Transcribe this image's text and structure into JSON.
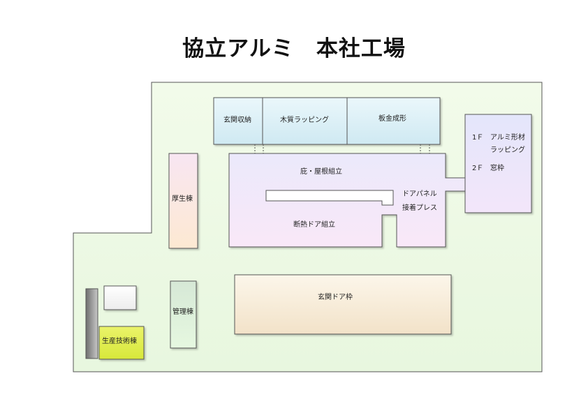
{
  "title": "協立アルミ　本社工場",
  "buildings": {
    "genkan_shuno": "玄関収納",
    "mokushitsu_wrapping": "木質ラッピング",
    "bankin_seikei": "板金成形",
    "hisashi_yane": "庇・屋根組立",
    "door_panel_line1": "ドアパネル",
    "door_panel_line2": "接着プレス",
    "dannetsu_door": "断熱ドア組立",
    "aluminum_1f_label": "1Ｆ",
    "aluminum_1f_line1": "アルミ形材",
    "aluminum_1f_line2": "ラッピング",
    "aluminum_2f_label": "2Ｆ",
    "aluminum_2f_text": "窓枠",
    "kousei": "厚生棟",
    "kanri": "管理棟",
    "genkan_door_waku": "玄関ドア枠",
    "seisan_gijutsu": "生産技術棟"
  },
  "colors": {
    "site_fill": "#eefae6",
    "genkan_shuno_fill": "#dff1f7",
    "main_block_fill": "#f5e7fb",
    "kousei_fill": "#fbe9dd",
    "kanri_fill": "#e2f3dd",
    "genkan_door_fill": "#f8eedb",
    "seisan_fill": "#e6f25c"
  }
}
